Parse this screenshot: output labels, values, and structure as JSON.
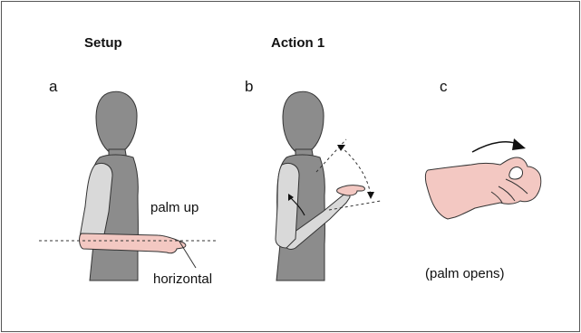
{
  "headings": {
    "setup": "Setup",
    "action": "Action 1"
  },
  "panels": {
    "a": {
      "letter": "a",
      "palm_label": "palm up",
      "line_label": "horizontal"
    },
    "b": {
      "letter": "b"
    },
    "c": {
      "letter": "c",
      "caption": "(palm opens)"
    }
  },
  "colors": {
    "torso": "#8c8c8c",
    "upper_arm": "#d9d9d9",
    "skin": "#f3c8c2",
    "outline": "#333333"
  }
}
